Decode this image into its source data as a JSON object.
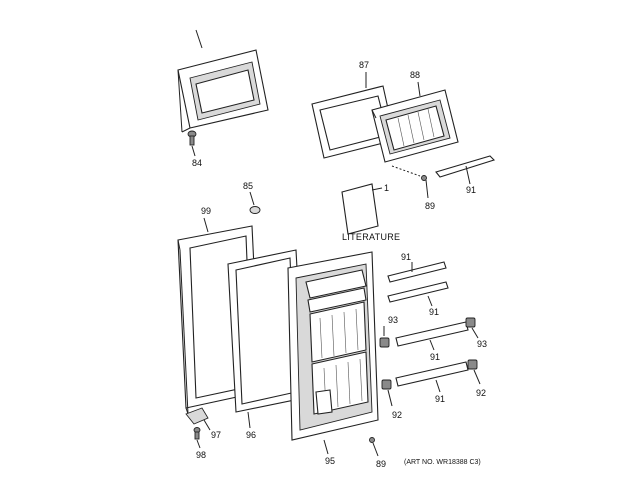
{
  "diagram": {
    "art_number": "(ART NO. WR18388 C3)",
    "literature_label": "LITERATURE",
    "callouts": {
      "c84": "84",
      "c85": "85",
      "c87": "87",
      "c88": "88",
      "c89_top": "89",
      "c91_top": "91",
      "c1": "1",
      "c99": "99",
      "c91_a": "91",
      "c91_b": "91",
      "c93_l": "93",
      "c93_r": "93",
      "c91_c": "91",
      "c91_d": "91",
      "c92_l": "92",
      "c92_r": "92",
      "c97": "97",
      "c96": "96",
      "c95": "95",
      "c98": "98",
      "c89_bot": "89"
    }
  }
}
